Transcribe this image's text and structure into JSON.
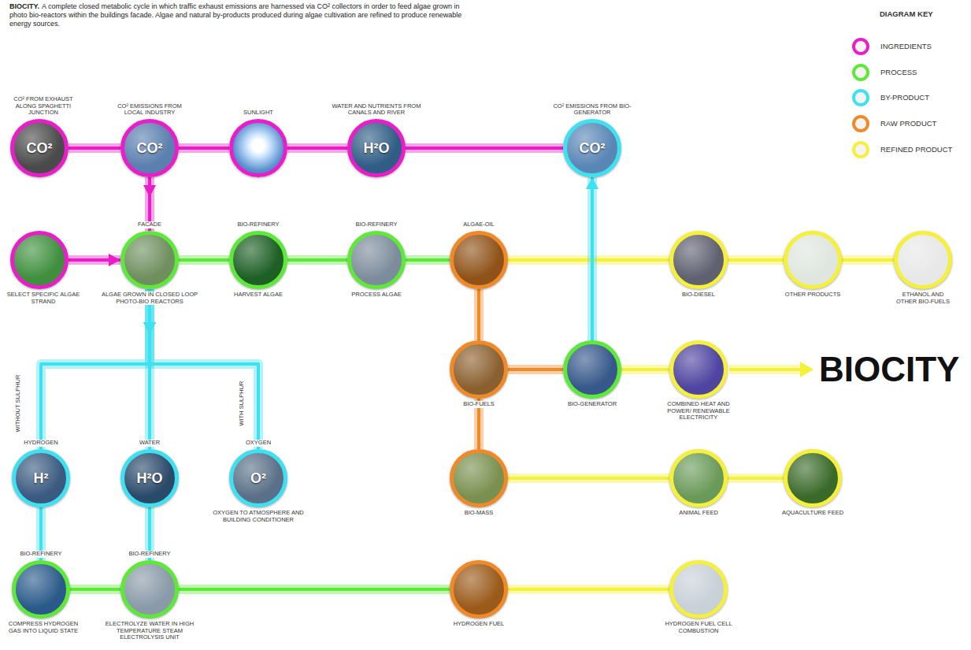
{
  "diagram": {
    "title": "BIOCITY.",
    "caption": "A complete closed metabolic cycle in which traffic exhaust emissions are harnessed via CO² collectors in order to feed algae grown in photo bio-reactors within the buildings facade. Algae and natural by-products produced during algae cultivation are refined to produce renewable energy sources.",
    "nodes": [
      {
        "text": [
          "CO² FROM EXHAUST ALONG SPAGHETTI JUNCTION",
          "CO²"
        ]
      },
      {
        "text": [
          "CO² EMISSIONS FROM LOCAL INDUSTRY",
          "CO²"
        ]
      },
      {
        "text": [
          "SUNLIGHT"
        ]
      },
      {
        "text": [
          "WATER AND NUTRIENTS FROM CANALS AND RIVER",
          "H²O"
        ]
      },
      {
        "text": [
          "CO² EMISSIONS FROM BIO-GENERATOR",
          "CO²"
        ]
      },
      {
        "text": [
          "SELECT SPECIFIC ALGAE STRAND"
        ]
      },
      {
        "text": [
          "FACADE",
          "ALGAE GROWN IN CLOSED LOOP PHOTO-BIO REACTORS"
        ]
      },
      {
        "text": [
          "BIO-REFINERY",
          "HARVEST ALGAE"
        ]
      },
      {
        "text": [
          "BIO-REFINERY",
          "PROCESS ALGAE"
        ]
      },
      {
        "text": [
          "ALGAE-OIL"
        ]
      },
      {
        "text": [
          "BIO-DIESEL"
        ]
      },
      {
        "text": [
          "OTHER PRODUCTS"
        ]
      },
      {
        "text": [
          "ETHANOL AND OTHER BIO-FUELS"
        ]
      },
      {
        "text": [
          "BIO-FUELS"
        ]
      },
      {
        "text": [
          "BIO-GENERATOR"
        ]
      },
      {
        "text": [
          "COMBINED HEAT AND POWER/ RENEWABLE ELECTRICITY"
        ]
      },
      {
        "text": [
          "HYDROGEN",
          "H²"
        ]
      },
      {
        "text": [
          "WATER",
          "H²O"
        ]
      },
      {
        "text": [
          "OXYGEN",
          "O²",
          "OXYGEN TO ATMOSPHERE AND BUILDING CONDITIONER"
        ]
      },
      {
        "text": [
          "BIO-MASS"
        ]
      },
      {
        "text": [
          "ANIMAL FEED"
        ]
      },
      {
        "text": [
          "AQUACULTURE FEED"
        ]
      },
      {
        "text": [
          "BIO-REFINERY",
          "COMPRESS HYDROGEN GAS INTO LIQUID STATE"
        ]
      },
      {
        "text": [
          "BIO-REFINERY",
          "ELECTROLYZE WATER IN HIGH TEMPERATURE STEAM ELECTROLYSIS UNIT"
        ]
      },
      {
        "text": [
          "HYDROGEN FUEL"
        ]
      },
      {
        "text": [
          "HYDROGEN FUEL CELL COMBUSTION"
        ]
      }
    ],
    "edges": [
      {
        "from": 0,
        "to": 1,
        "arrow": "none"
      },
      {
        "from": 1,
        "to": 2,
        "arrow": "none"
      },
      {
        "from": 2,
        "to": 3,
        "arrow": "none"
      },
      {
        "from": 3,
        "to": 4,
        "arrow": "none"
      },
      {
        "from": 1,
        "to": 6,
        "arrow": "to"
      },
      {
        "from": 5,
        "to": 6,
        "arrow": "to"
      },
      {
        "from": 6,
        "to": 7,
        "arrow": "none"
      },
      {
        "from": 7,
        "to": 8,
        "arrow": "none"
      },
      {
        "from": 8,
        "to": 9,
        "arrow": "none"
      },
      {
        "from": 9,
        "to": 10,
        "arrow": "none"
      },
      {
        "from": 10,
        "to": 11,
        "arrow": "none"
      },
      {
        "from": 11,
        "to": 12,
        "arrow": "none"
      },
      {
        "from": 9,
        "to": 13,
        "arrow": "none"
      },
      {
        "from": 13,
        "to": 14,
        "arrow": "none"
      },
      {
        "from": 14,
        "to": 4,
        "arrow": "to"
      },
      {
        "from": 14,
        "to": 15,
        "arrow": "none"
      },
      {
        "from": 13,
        "to": 19,
        "arrow": "none"
      },
      {
        "from": 19,
        "to": 20,
        "arrow": "none"
      },
      {
        "from": 20,
        "to": 21,
        "arrow": "none"
      },
      {
        "from": 6,
        "to": 16,
        "arrow": "to"
      },
      {
        "from": 6,
        "to": 17,
        "arrow": "to"
      },
      {
        "from": 6,
        "to": 18,
        "arrow": "to"
      },
      {
        "from": 16,
        "to": 22,
        "arrow": "none"
      },
      {
        "from": 17,
        "to": 23,
        "arrow": "none"
      },
      {
        "from": 22,
        "to": 23,
        "arrow": "none"
      },
      {
        "from": 23,
        "to": 24,
        "arrow": "none"
      },
      {
        "from": 24,
        "to": 25,
        "arrow": "none"
      }
    ],
    "labels": [
      "DIAGRAM KEY",
      "BIOCITY",
      "WITHOUT SULPHUR",
      "WITH SULPHUR"
    ],
    "legend": [
      {
        "text": "INGREDIENTS",
        "color": "#e81ec8"
      },
      {
        "text": "PROCESS",
        "color": "#5ee83a"
      },
      {
        "text": "BY-PRODUCT",
        "color": "#3fe0f0"
      },
      {
        "text": "RAW PRODUCT",
        "color": "#f08a28"
      },
      {
        "text": "REFINED PRODUCT",
        "color": "#f5f03a"
      }
    ]
  }
}
